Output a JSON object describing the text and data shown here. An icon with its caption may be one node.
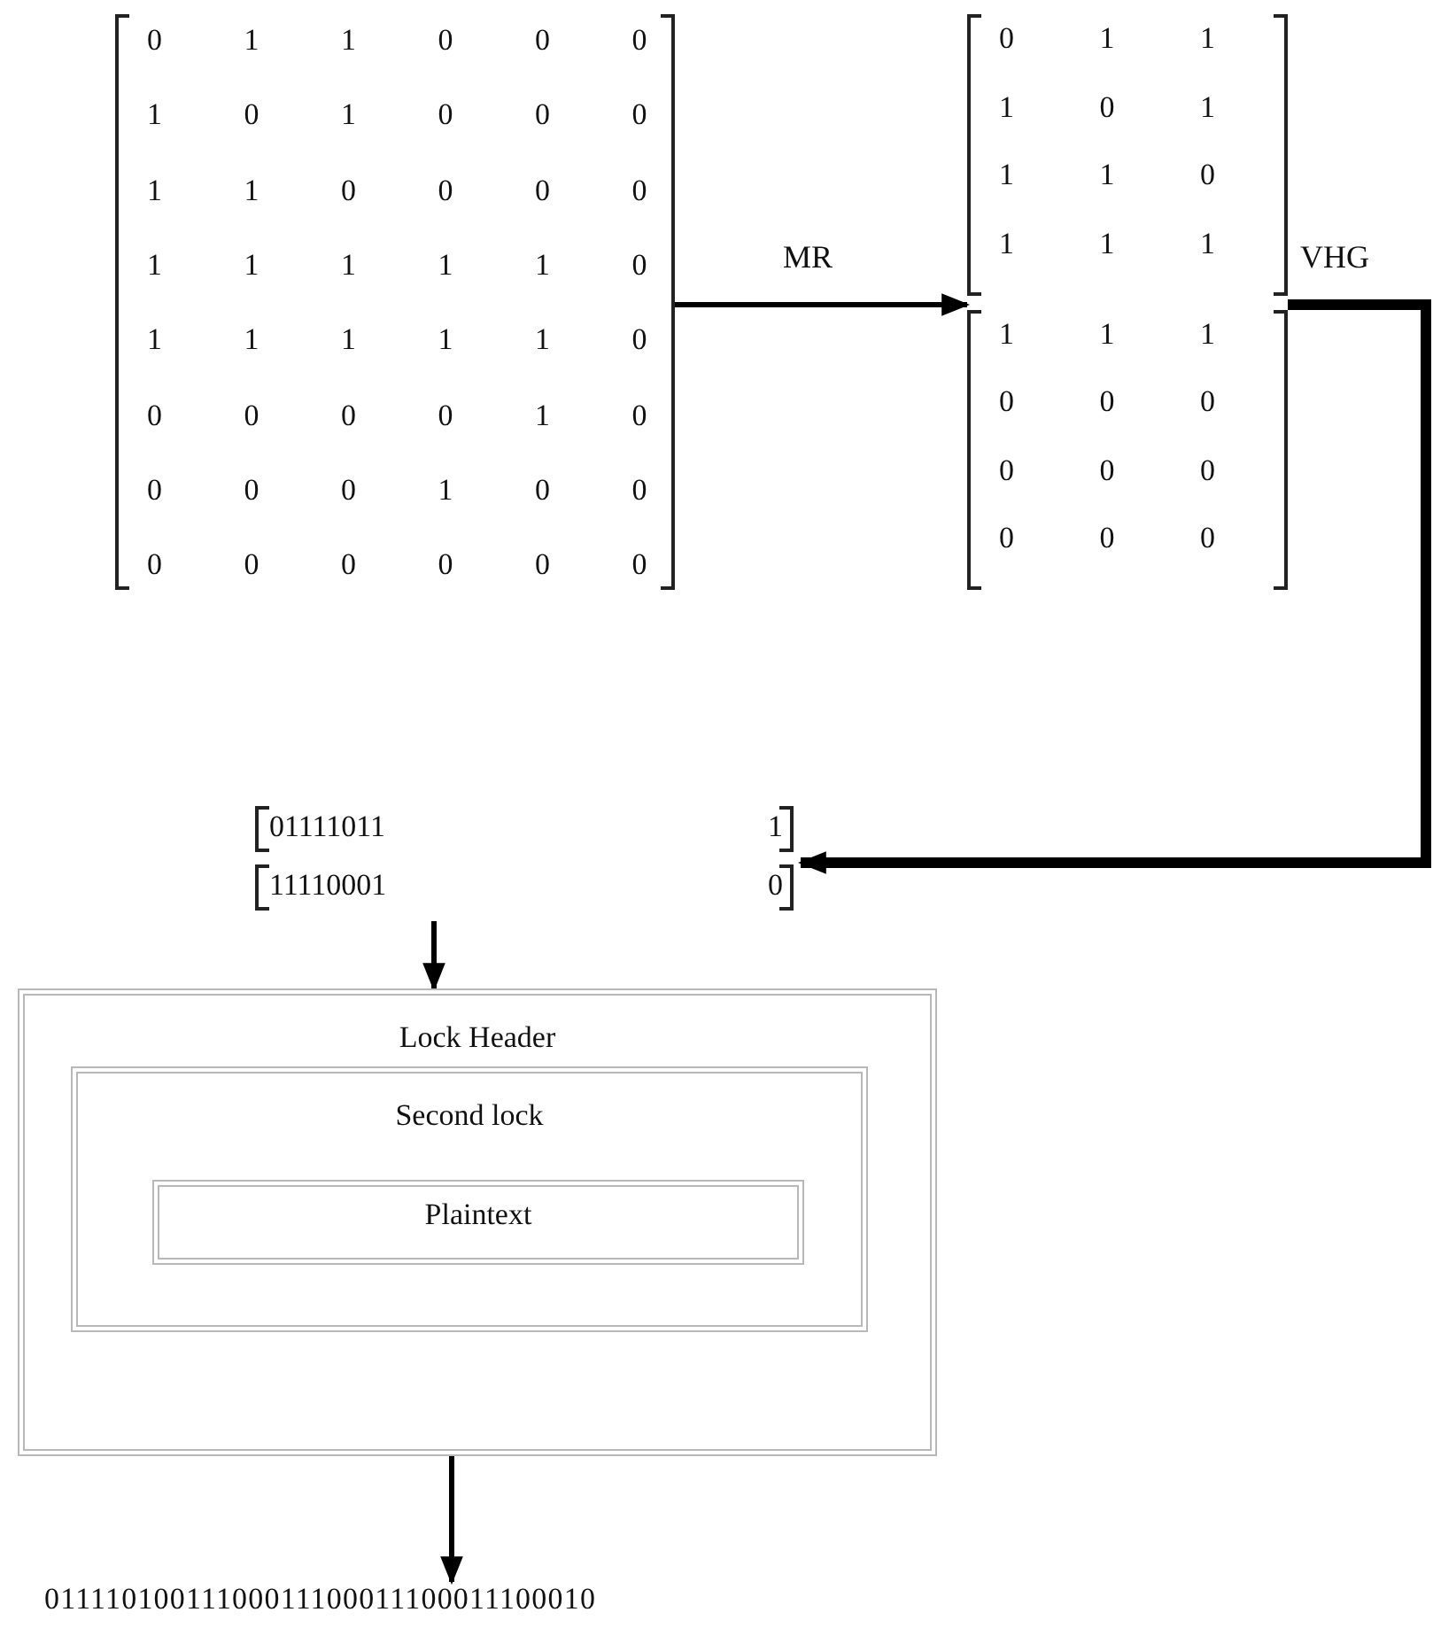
{
  "diagram": {
    "nodes": [
      {
        "text": [
          "0 1 1 0 0 0",
          "1 0 1 0 0 0",
          "1 1 0 0 0 0",
          "1 1 1 1 1 0",
          "1 1 1 1 1 0",
          "0 0 0 0 1 0",
          "0 0 0 1 0 0",
          "0 0 0 0 0 0"
        ]
      },
      {
        "text": [
          "0 1 1",
          "1 0 1",
          "1 1 0",
          "1 1 1",
          "1 1 1",
          "0 0 0",
          "0 0 0",
          "0 0 0"
        ]
      },
      {
        "text": [
          "01111011",
          "1",
          "11110001",
          "0"
        ]
      },
      {
        "text": [
          "Lock Header"
        ]
      },
      {
        "text": [
          "Second lock"
        ],
        "in": 3
      },
      {
        "text": [
          "Plaintext"
        ],
        "in": 4
      },
      {
        "text": [
          "01111010011100011100011100011100010"
        ]
      }
    ],
    "edges": [
      {
        "from": 0,
        "to": 1,
        "arrow": "to",
        "label": "MR"
      },
      {
        "from": 1,
        "to": 2,
        "arrow": "to",
        "label": "VHG",
        "style": "thick"
      },
      {
        "from": 2,
        "to": 3,
        "arrow": "to"
      },
      {
        "from": 3,
        "to": 6,
        "arrow": "to"
      }
    ]
  }
}
